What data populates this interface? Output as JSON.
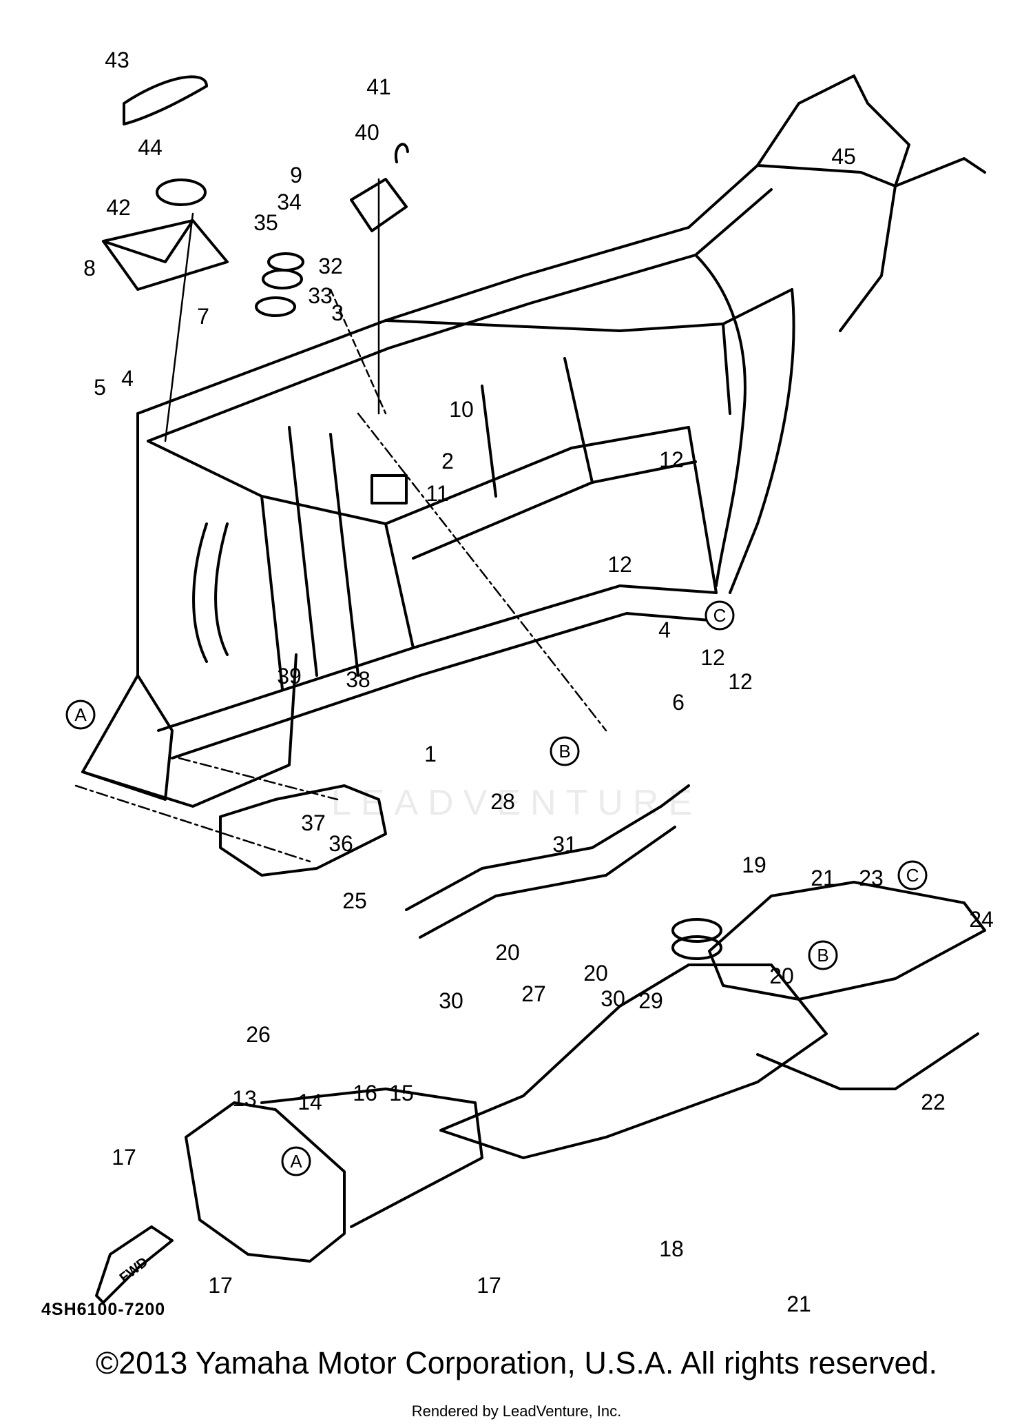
{
  "diagram": {
    "part_labels": [
      "1",
      "2",
      "3",
      "4",
      "4",
      "5",
      "6",
      "7",
      "8",
      "9",
      "10",
      "11",
      "12",
      "12",
      "12",
      "12",
      "13",
      "14",
      "15",
      "16",
      "17",
      "17",
      "17",
      "18",
      "19",
      "20",
      "20",
      "20",
      "21",
      "21",
      "22",
      "23",
      "24",
      "25",
      "26",
      "27",
      "28",
      "29",
      "30",
      "30",
      "31",
      "32",
      "33",
      "34",
      "35",
      "36",
      "37",
      "38",
      "39",
      "40",
      "41",
      "42",
      "43",
      "44",
      "45"
    ],
    "reference_markers": [
      "A",
      "A",
      "B",
      "B",
      "C",
      "C"
    ],
    "direction_arrow": "FWD",
    "drawing_code": "4SH6100-7200",
    "watermark": "LEADVENTURE"
  },
  "footer": {
    "copyright": "©2013 Yamaha Motor Corporation, U.S.A. All rights reserved.",
    "rendered_by": "Rendered by LeadVenture, Inc."
  }
}
